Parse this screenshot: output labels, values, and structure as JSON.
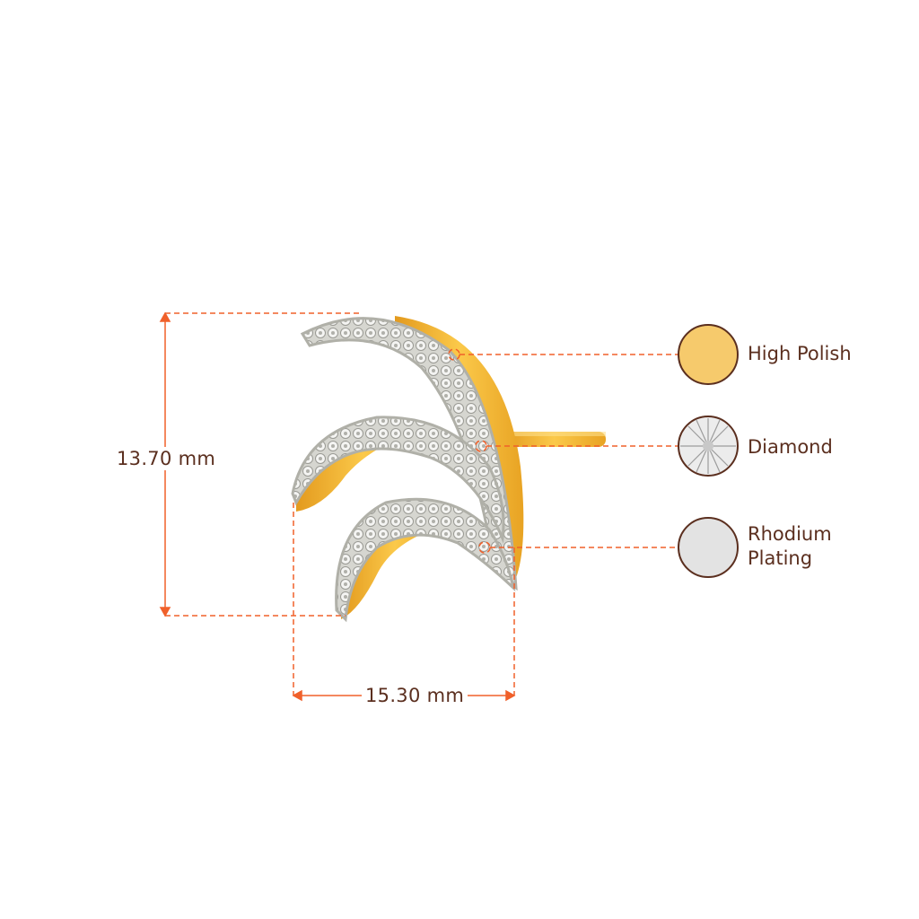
{
  "dimensions": {
    "height_label": "13.70 mm",
    "width_label": "15.30 mm"
  },
  "legend": [
    {
      "label": "High Polish",
      "swatch": "#f6ca6c",
      "icon": "gold-swatch-icon"
    },
    {
      "label": "Diamond",
      "swatch": "#e9e9e9",
      "icon": "diamond-swatch-icon"
    },
    {
      "label": "Rhodium Plating",
      "label_line1": "Rhodium",
      "label_line2": "Plating",
      "swatch": "#e3e3e3",
      "icon": "rhodium-swatch-icon"
    }
  ],
  "colors": {
    "dimension_line": "#f0602a",
    "text": "#5b2f1f",
    "swatch_border": "#5b2f1f",
    "gold": "#f2b53a",
    "silver": "#d9d9d3"
  }
}
